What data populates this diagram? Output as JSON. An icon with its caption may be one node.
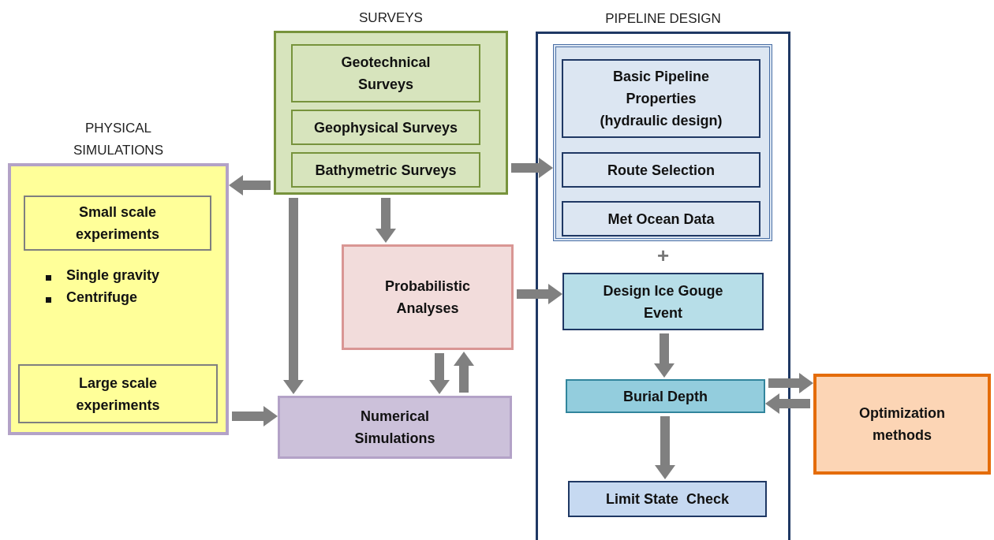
{
  "diagram": {
    "nodes": [
      {
        "text": [
          "SURVEYS"
        ]
      },
      {
        "text": [
          "Geotechnical Surveys"
        ],
        "in": 0
      },
      {
        "text": [
          "Geophysical Surveys"
        ],
        "in": 0
      },
      {
        "text": [
          "Bathymetric Surveys"
        ],
        "in": 0
      },
      {
        "text": [
          "PIPELINE DESIGN"
        ]
      },
      {
        "text": [],
        "shape": "box",
        "in": 4
      },
      {
        "text": [
          "Basic Pipeline Properties (hydraulic design)"
        ],
        "in": 5
      },
      {
        "text": [
          "Route Selection"
        ],
        "in": 5
      },
      {
        "text": [
          "Met Ocean Data"
        ],
        "in": 5
      },
      {
        "text": [
          "PHYSICAL SIMULATIONS",
          "Single gravity",
          "Centrifuge"
        ]
      },
      {
        "text": [
          "Small scale experiments"
        ],
        "in": 9
      },
      {
        "text": [
          "Large scale experiments"
        ],
        "in": 9
      },
      {
        "text": [
          "Probabilistic Analyses"
        ]
      },
      {
        "text": [
          "Numerical Simulations"
        ]
      },
      {
        "text": [
          "Design Ice Gouge Event"
        ],
        "in": 4
      },
      {
        "text": [
          "Burial Depth"
        ],
        "in": 4
      },
      {
        "text": [
          "Limit State  Check"
        ],
        "in": 4
      },
      {
        "text": [
          "Optimization methods"
        ]
      }
    ],
    "edges": [
      {
        "from": 0,
        "to": 9,
        "arrow": "to"
      },
      {
        "from": 0,
        "to": 5,
        "arrow": "to"
      },
      {
        "from": 0,
        "to": 12,
        "arrow": "to"
      },
      {
        "from": 0,
        "to": 13,
        "arrow": "to"
      },
      {
        "from": 9,
        "to": 13,
        "arrow": "to"
      },
      {
        "from": 12,
        "to": 14,
        "arrow": "to"
      },
      {
        "from": 12,
        "to": 13,
        "arrow": "to"
      },
      {
        "from": 13,
        "to": 12,
        "arrow": "to"
      },
      {
        "from": 14,
        "to": 15,
        "arrow": "to"
      },
      {
        "from": 15,
        "to": 17,
        "arrow": "to"
      },
      {
        "from": 17,
        "to": 15,
        "arrow": "to"
      },
      {
        "from": 15,
        "to": 16,
        "arrow": "to"
      }
    ],
    "labels": [
      "+"
    ]
  }
}
